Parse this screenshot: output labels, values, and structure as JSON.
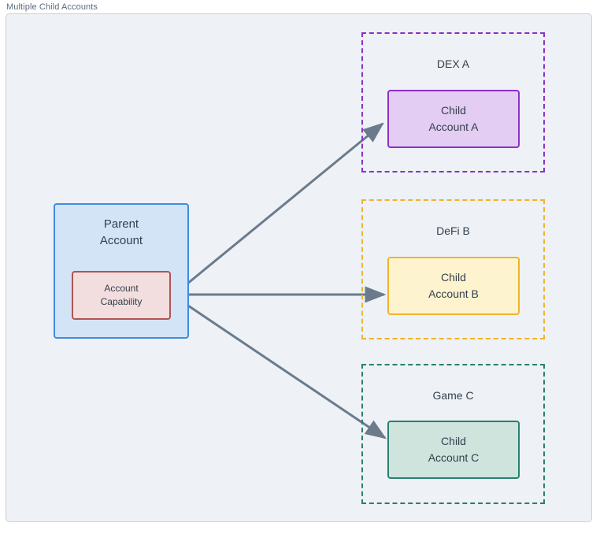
{
  "diagram": {
    "title": "Multiple Child Accounts",
    "canvas_bg": "#eef1f5",
    "frame_border": "#c8d2dd",
    "text_color": "#333f4d",
    "edge_color": "#6b7b8c"
  },
  "nodes": {
    "parent_account": {
      "label": "Parent\nAccount",
      "fill": "#d4e4f7",
      "stroke": "#3d8ce0"
    },
    "account_capability": {
      "label": "Account\nCapability",
      "fill": "#f2dede",
      "stroke": "#b05454"
    },
    "child_account_a": {
      "label": "Child\nAccount A",
      "fill": "#e3cdf2",
      "stroke": "#8b2fc9"
    },
    "child_account_b": {
      "label": "Child\nAccount B",
      "fill": "#fdf3ce",
      "stroke": "#f0b429"
    },
    "child_account_c": {
      "label": "Child\nAccount C",
      "fill": "#cfe4dd",
      "stroke": "#28806f"
    }
  },
  "groups": [
    {
      "id": "dex-a",
      "label": "DEX A",
      "stroke": "#8b2fc9"
    },
    {
      "id": "defi-b",
      "label": "DeFi B",
      "stroke": "#f0b429"
    },
    {
      "id": "game-c",
      "label": "Game C",
      "stroke": "#28806f"
    }
  ],
  "edges": [
    {
      "from": "account_capability",
      "to": "child_account_a",
      "style": "solid-arrow"
    },
    {
      "from": "account_capability",
      "to": "child_account_b",
      "style": "solid-arrow"
    },
    {
      "from": "account_capability",
      "to": "child_account_c",
      "style": "solid-arrow"
    }
  ]
}
